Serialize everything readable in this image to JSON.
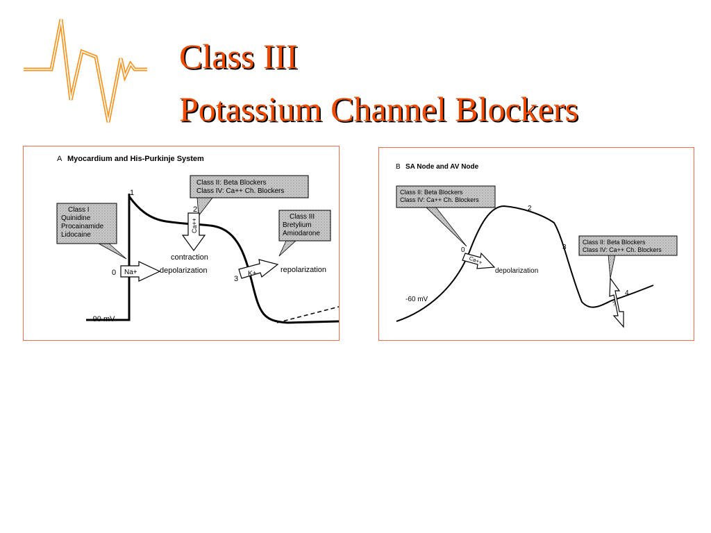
{
  "slide": {
    "title_line1": "Class III",
    "title_line2": "Potassium Channel Blockers",
    "title_color": "#f04a00",
    "logo_color": "#f7931e",
    "border_color": "#f26a4a",
    "logo_icon": "ecg-waveform-icon"
  },
  "panel_a": {
    "letter": "A",
    "title": "Myocardium and His-Purkinje System",
    "box_class1": [
      "Class I",
      "Quinidine",
      "Procainamide",
      "Lidocaine"
    ],
    "box_class2_4": [
      "Class II: Beta Blockers",
      "Class IV: Ca++ Ch. Blockers"
    ],
    "box_class3": [
      "Class III",
      "Bretylium",
      "Amiodarone"
    ],
    "phase0": "0",
    "phase1": "1",
    "phase2": "2",
    "phase3": "3",
    "na_label": "Na+",
    "ca_label": "Ca++",
    "k_label": "K+",
    "contraction": "contraction",
    "depolarization": "depolarization",
    "repolarization": "repolarization",
    "resting": "-90 mV"
  },
  "panel_b": {
    "letter": "B",
    "title": "SA Node and AV Node",
    "box_left": [
      "Class II: Beta Blockers",
      "Class IV: Ca++ Ch. Blockers"
    ],
    "box_right": [
      "Class II: Beta Blockers",
      "Class IV: Ca++ Ch. Blockers"
    ],
    "phase0": "0",
    "phase2": "2",
    "phase3": "3",
    "phase4": "4",
    "ca_label": "Ca++",
    "question": "?",
    "depolarization": "depolarization",
    "resting": "-60 mV"
  }
}
